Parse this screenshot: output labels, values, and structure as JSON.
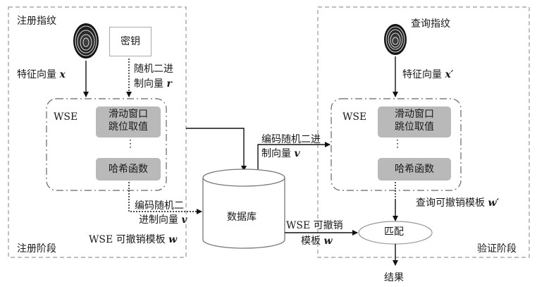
{
  "enroll": {
    "stage_label": "注册阶段",
    "fingerprint_label": "注册指纹",
    "key_label": "密钥",
    "feature_vector_label": "特征向量",
    "feature_vector_symbol": "x",
    "random_vector_line1": "随机二进",
    "random_vector_line2": "制向量",
    "random_vector_symbol": "r",
    "wse_label": "WSE",
    "step1_line1": "滑动窗口",
    "step1_line2": "跳位取值",
    "ellipsis": "⋮",
    "step2_label": "哈希函数",
    "encoded_vector_line1": "编码随机二",
    "encoded_vector_line2": "进制向量",
    "encoded_vector_symbol": "v",
    "template_label": "WSE 可撤销模板",
    "template_symbol": "w"
  },
  "database": {
    "label": "数据库",
    "out_label_line1": "编码随机二进",
    "out_label_line2": "制向量",
    "out_symbol": "v",
    "template_line1": "WSE 可撤销",
    "template_line2": "模板",
    "template_symbol": "w"
  },
  "verify": {
    "stage_label": "验证阶段",
    "fingerprint_label": "查询指纹",
    "feature_vector_label": "特征向量",
    "feature_vector_symbol": "x′",
    "wse_label": "WSE",
    "step1_line1": "滑动窗口",
    "step1_line2": "跳位取值",
    "ellipsis": "⋮",
    "step2_label": "哈希函数",
    "query_template_label": "查询可撤销模板",
    "query_template_symbol": "w′",
    "match_label": "匹配",
    "result_label": "结果"
  },
  "colors": {
    "grey_box": "#b9b9b9",
    "dashed_border": "#999999",
    "arrow": "#111111"
  }
}
